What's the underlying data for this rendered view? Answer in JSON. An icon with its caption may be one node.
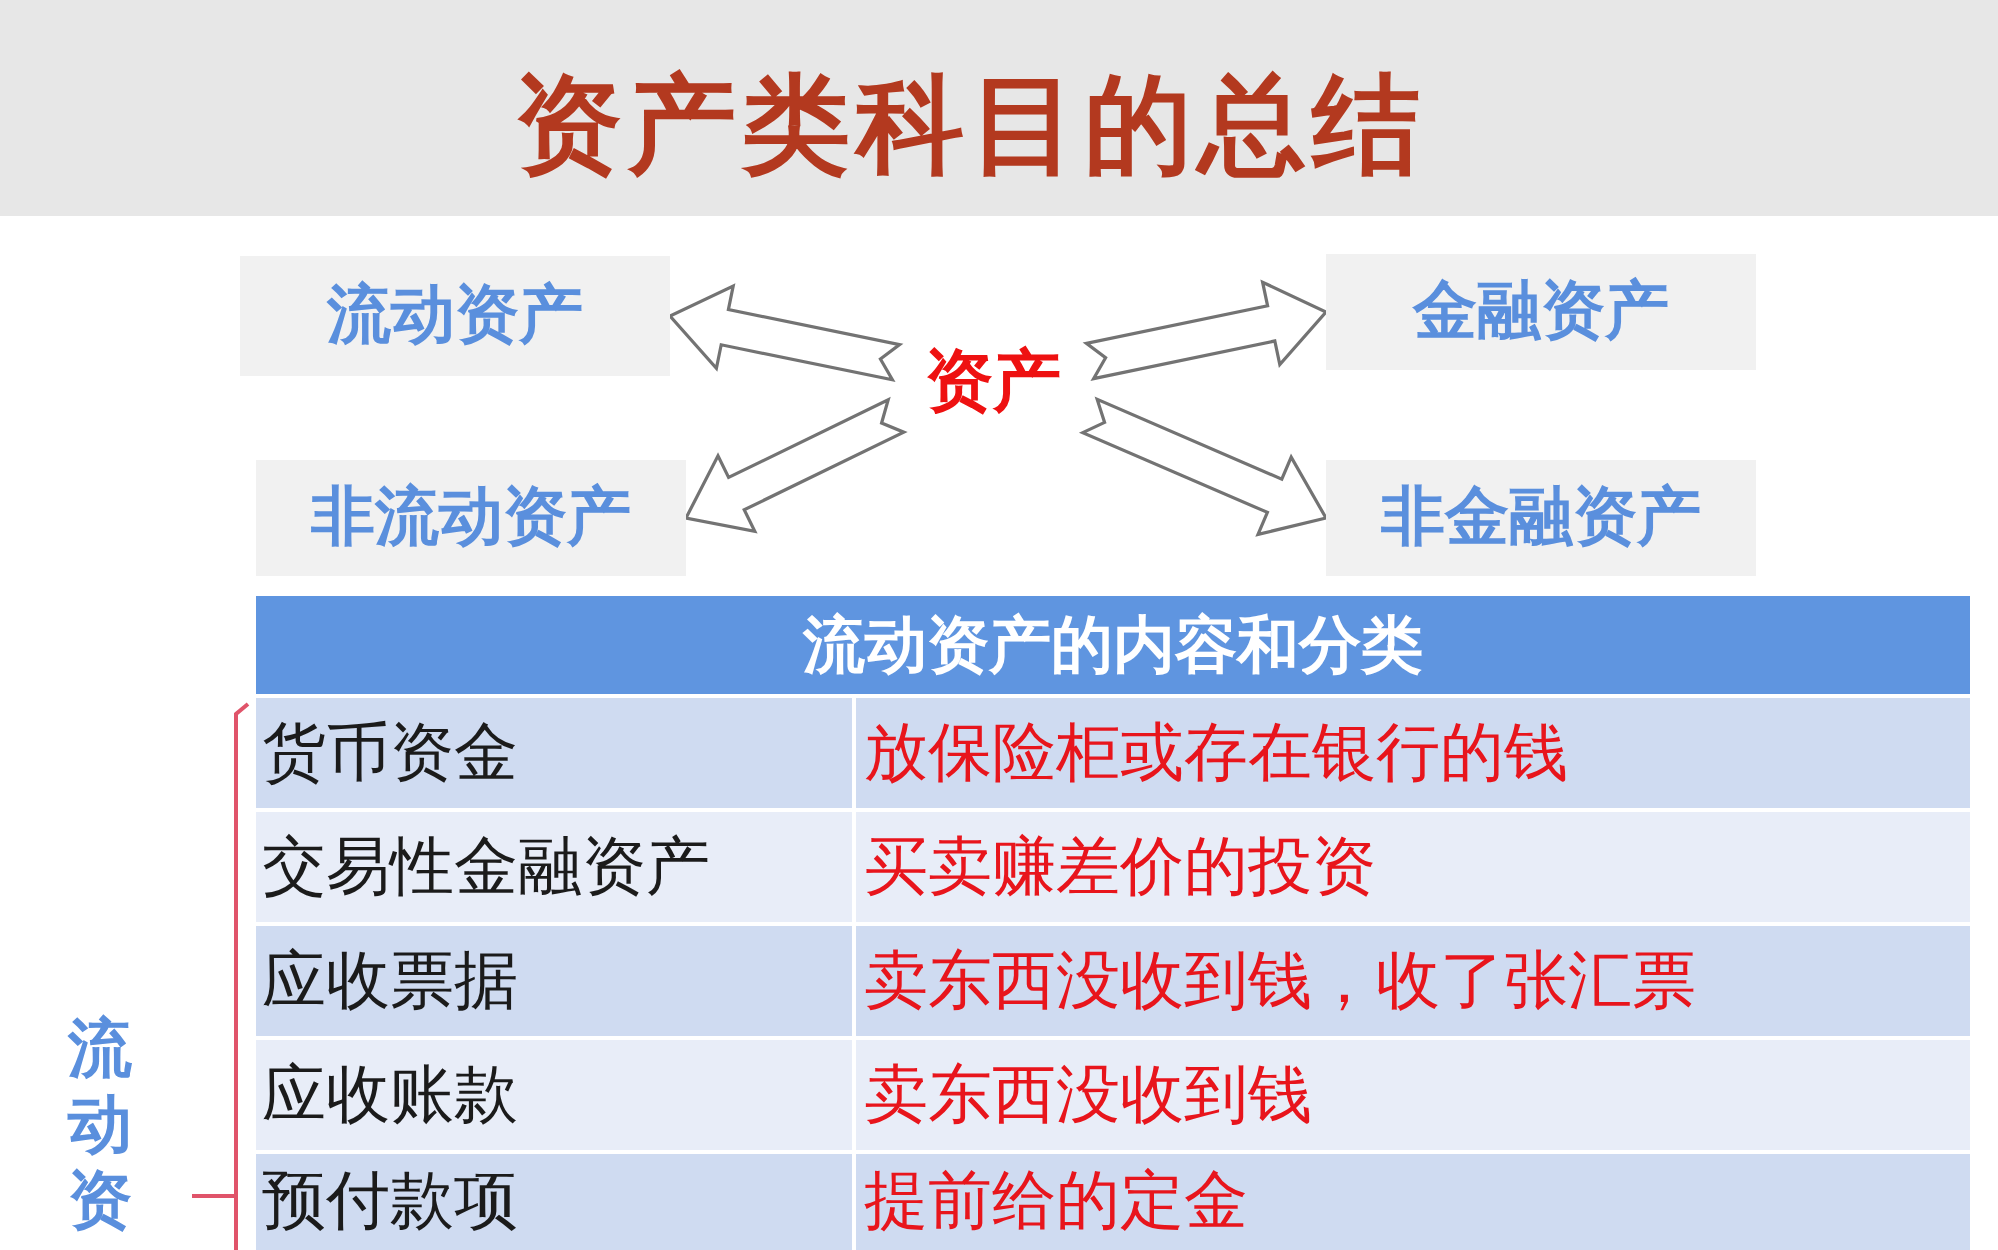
{
  "diagram": {
    "title": "资产类科目的总结",
    "nodes": [
      {
        "text": [
          "流动资产"
        ]
      },
      {
        "text": [
          "金融资产"
        ]
      },
      {
        "text": [
          "资产"
        ]
      },
      {
        "text": [
          "非流动资产"
        ]
      },
      {
        "text": [
          "非金融资产"
        ]
      }
    ],
    "edges": [
      {
        "from": 2,
        "to": 0,
        "arrow": "to"
      },
      {
        "from": 2,
        "to": 1,
        "arrow": "to"
      },
      {
        "from": 2,
        "to": 3,
        "arrow": "to"
      },
      {
        "from": 2,
        "to": 4,
        "arrow": "to"
      }
    ],
    "labels": [
      "流动资产的内容和分类",
      "货币资金",
      "放保险柜或存在银行的钱",
      "交易性金融资产",
      "买卖赚差价的投资",
      "应收票据",
      "卖东西没收到钱，收了张汇票",
      "应收账款",
      "卖东西没收到钱",
      "预付款项",
      "提前给的定金",
      "流动资"
    ]
  }
}
